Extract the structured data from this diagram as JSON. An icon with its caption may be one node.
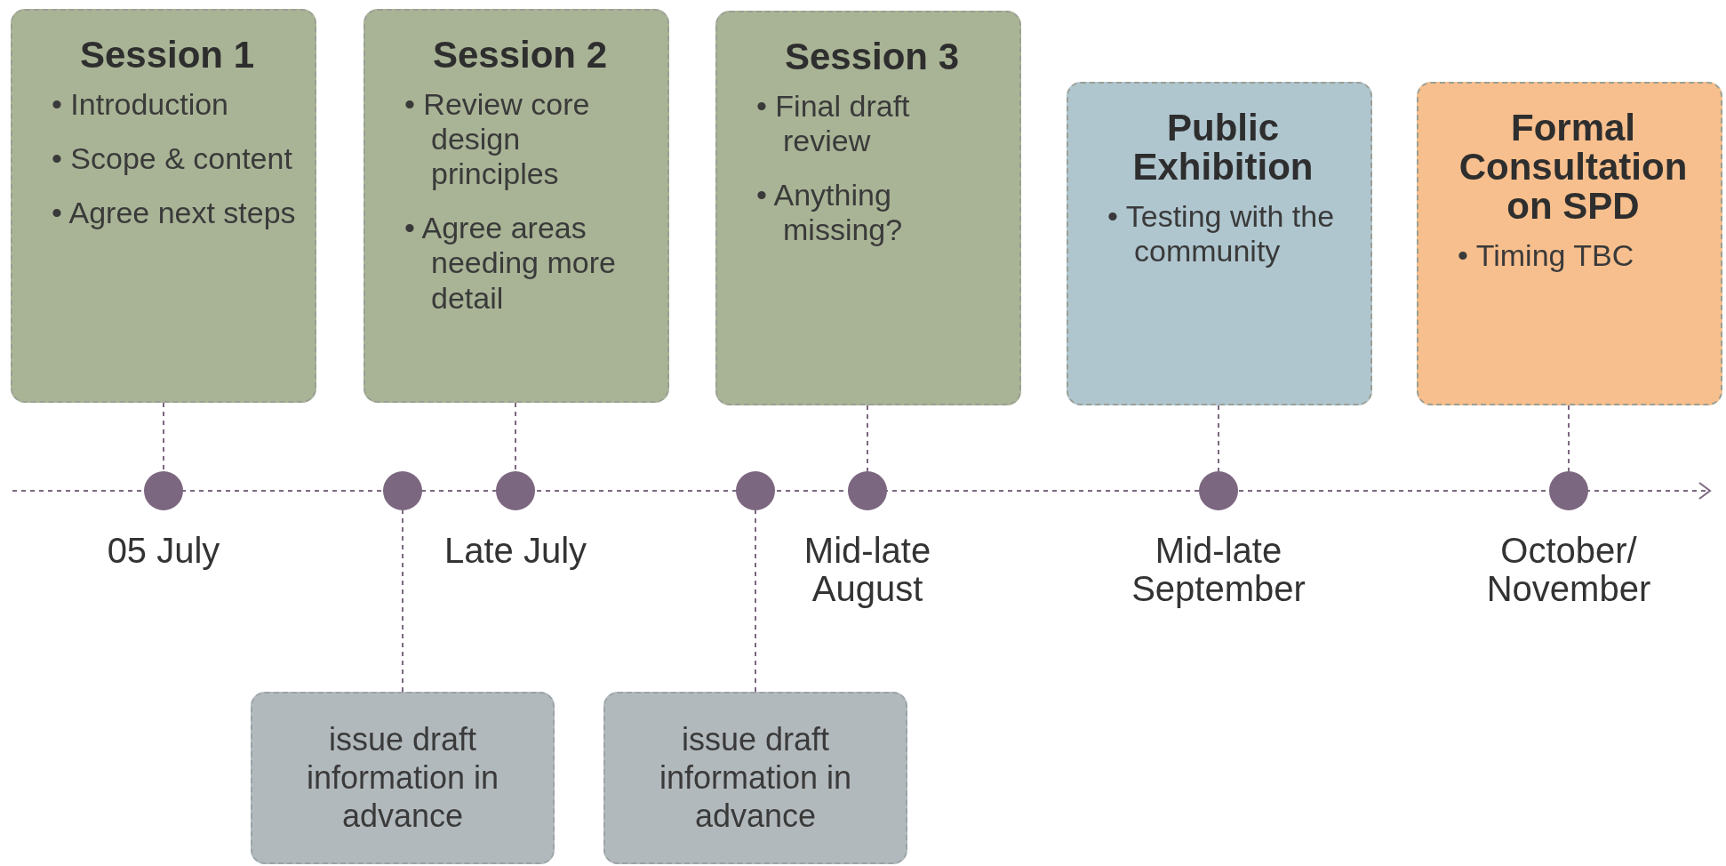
{
  "diagram": {
    "nodes": [
      {
        "text": [
          "Session 1",
          "• Introduction",
          "• Scope & content",
          "• Agree next steps"
        ]
      },
      {
        "text": [
          "Session 2",
          "• Review core design principles",
          "• Agree areas needing more detail"
        ]
      },
      {
        "text": [
          "Session 3",
          "• Final draft review",
          "• Anything missing?"
        ]
      },
      {
        "text": [
          "Public Exhibition",
          "• Testing with the community"
        ]
      },
      {
        "text": [
          "Formal Consultation on SPD",
          "• Timing TBC"
        ]
      },
      {
        "text": [],
        "shape": "circle",
        "beside": [
          "05 July"
        ]
      },
      {
        "text": [],
        "shape": "circle"
      },
      {
        "text": [],
        "shape": "circle",
        "beside": [
          "Late July"
        ]
      },
      {
        "text": [],
        "shape": "circle"
      },
      {
        "text": [],
        "shape": "circle",
        "beside": [
          "Mid-late August"
        ]
      },
      {
        "text": [],
        "shape": "circle",
        "beside": [
          "Mid-late September"
        ]
      },
      {
        "text": [],
        "shape": "circle",
        "beside": [
          "October/ November"
        ]
      },
      {
        "text": [
          "issue draft information in advance"
        ]
      },
      {
        "text": [
          "issue draft information in advance"
        ]
      }
    ],
    "edges": [
      {
        "from": 0,
        "to": 5,
        "arrow": "none",
        "style": "dashed"
      },
      {
        "from": 1,
        "to": 7,
        "arrow": "none",
        "style": "dashed"
      },
      {
        "from": 2,
        "to": 9,
        "arrow": "none",
        "style": "dashed"
      },
      {
        "from": 3,
        "to": 10,
        "arrow": "none",
        "style": "dashed"
      },
      {
        "from": 4,
        "to": 11,
        "arrow": "none",
        "style": "dashed"
      },
      {
        "from": 12,
        "to": 6,
        "arrow": "none",
        "style": "dashed"
      },
      {
        "from": 13,
        "to": 8,
        "arrow": "none",
        "style": "dashed"
      }
    ]
  }
}
